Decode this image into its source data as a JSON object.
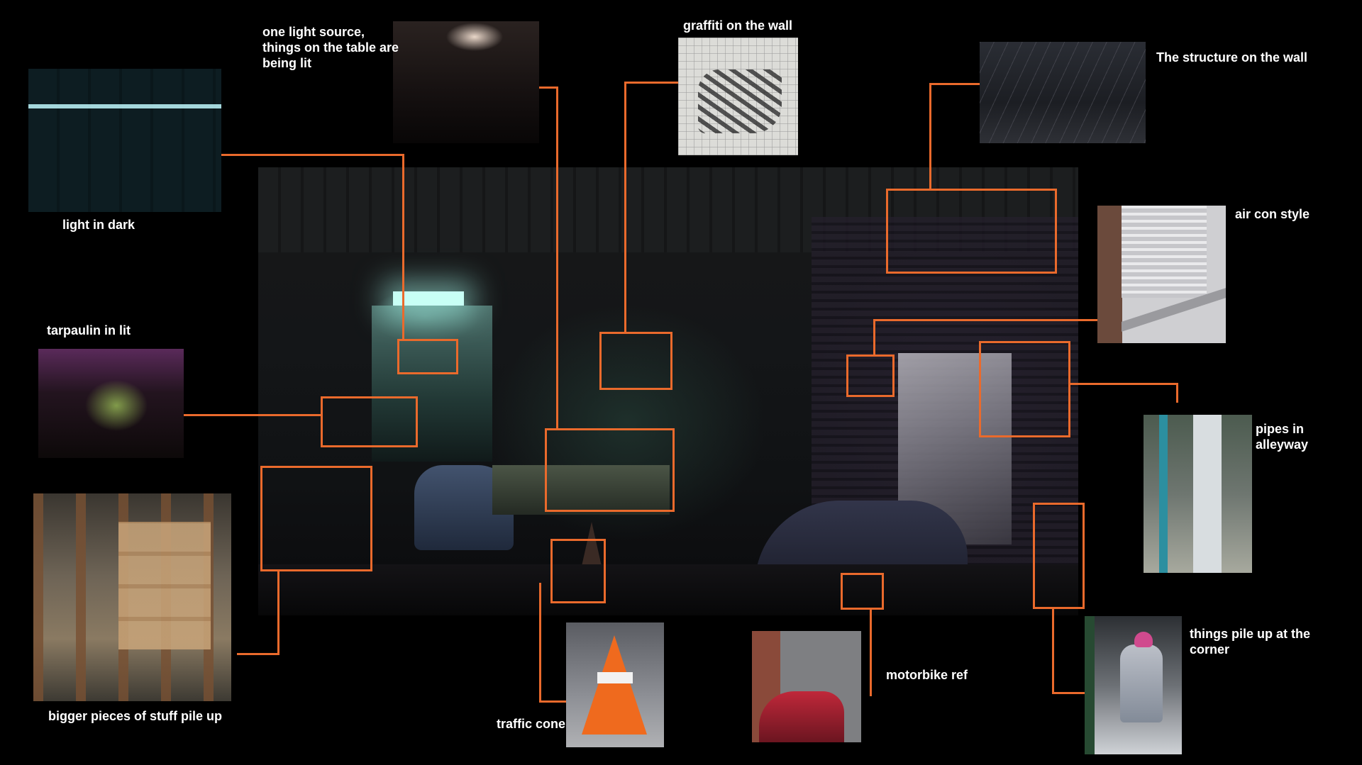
{
  "annotations": {
    "one_light_source": "one light source, things on the table are being lit",
    "graffiti": "graffiti on the wall",
    "structure": "The structure on the wall",
    "light_in_dark": "light in dark",
    "air_con": "air con style",
    "tarpaulin": "tarpaulin in lit",
    "pipes": "pipes in alleyway",
    "things_pile": "things pile up at the corner",
    "motorbike": "motorbike ref",
    "traffic_cone": "traffic cone",
    "bigger_stuff": "bigger pieces of stuff pile up"
  },
  "colors": {
    "background": "#000000",
    "annotation_line": "#ea6a2c",
    "label_text": "#ffffff"
  }
}
